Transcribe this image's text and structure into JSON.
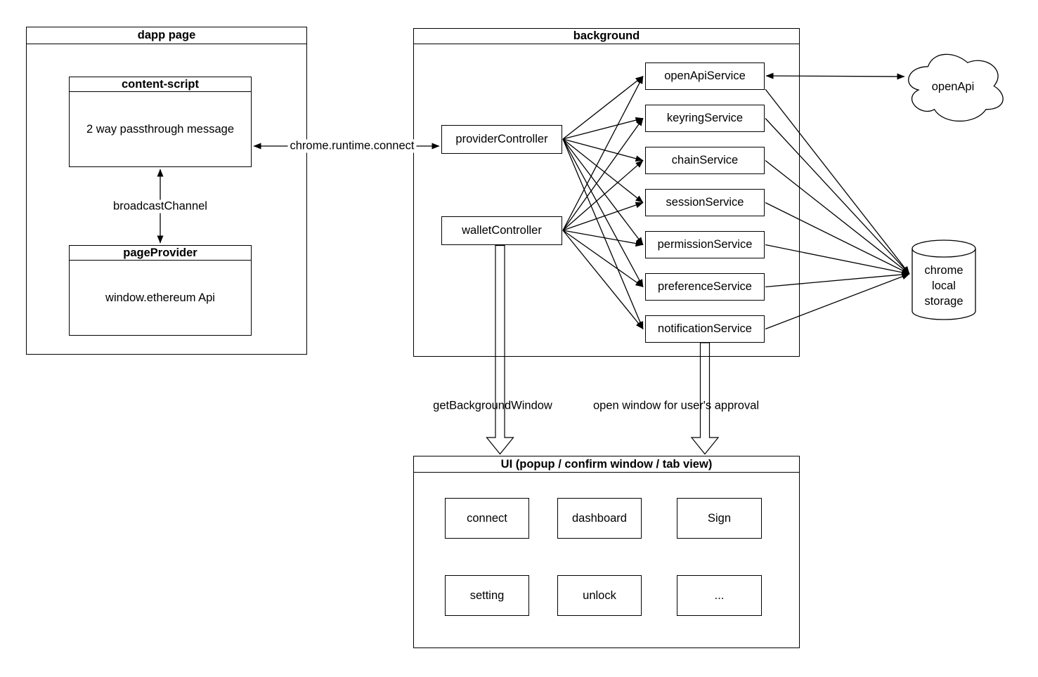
{
  "colors": {
    "stroke": "#000000",
    "canvas": "#ffffff"
  },
  "dapp": {
    "title": "dapp page",
    "content_script": {
      "title": "content-script",
      "body": "2 way passthrough message"
    },
    "page_provider": {
      "title": "pageProvider",
      "body": "window.ethereum Api"
    },
    "broadcast_label": "broadcastChannel"
  },
  "background": {
    "title": "background",
    "provider_controller": "providerController",
    "wallet_controller": "walletController",
    "services": [
      "openApiService",
      "keyringService",
      "chainService",
      "sessionService",
      "permissionService",
      "preferenceService",
      "notificationService"
    ]
  },
  "ui": {
    "title": "UI (popup / confirm window / tab view)",
    "boxes": [
      "connect",
      "dashboard",
      "Sign",
      "setting",
      "unlock",
      "..."
    ]
  },
  "external": {
    "open_api": "openApi",
    "chrome_local_storage": "chrome\nlocal\nstorage"
  },
  "edges": {
    "connect_label": "chrome.runtime.connect",
    "get_background_window": "getBackgroundWindow",
    "open_window_approval": "open window for user's approval"
  }
}
